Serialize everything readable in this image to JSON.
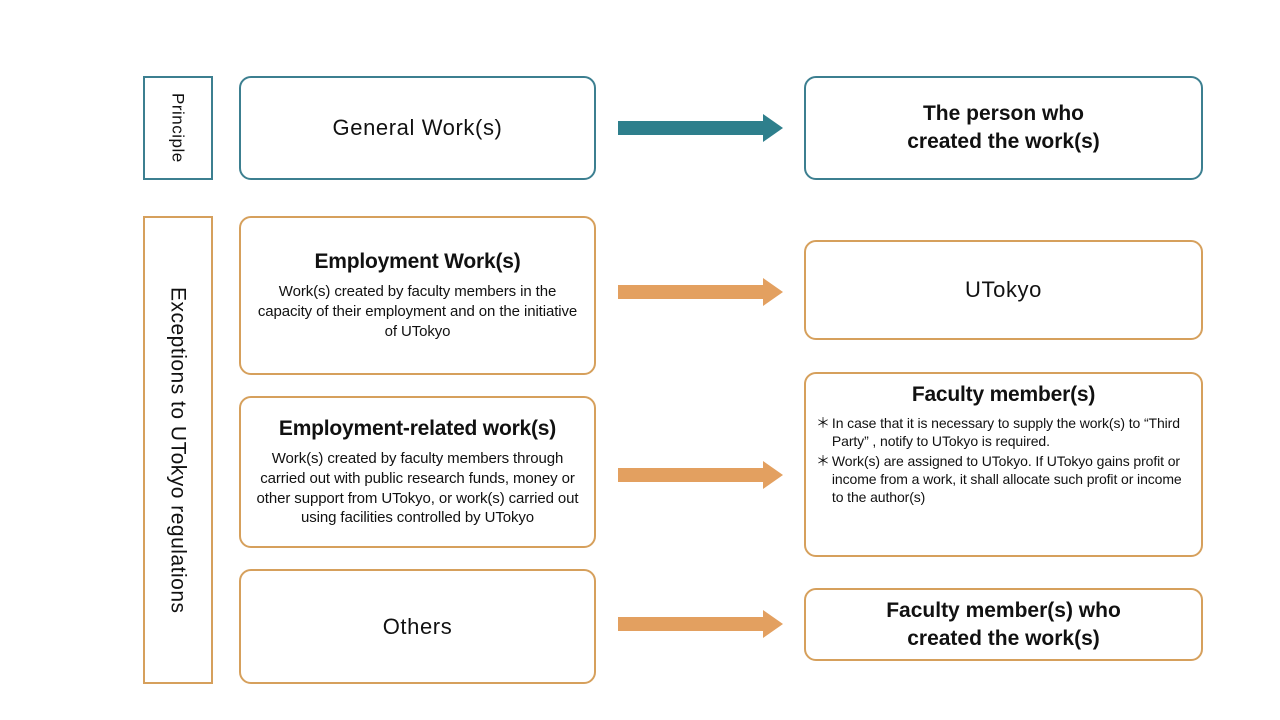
{
  "rails": [
    {
      "key": "principle",
      "label": "Principle",
      "color": "#3C7F90"
    },
    {
      "key": "exceptions",
      "label": "Exceptions to UTokyo regulations",
      "color": "#D6A05C"
    }
  ],
  "rows": [
    {
      "key": "principle",
      "source": {
        "title": "General Work(s)",
        "body": ""
      },
      "arrow": {
        "color": "#2E7F8C",
        "direction": "right"
      },
      "target": {
        "title_line1": "The person who",
        "title_line2": "created the work(s)"
      }
    },
    {
      "key": "employment-work",
      "source": {
        "title": "Employment Work(s)",
        "body": "Work(s) created by faculty members in the capacity of their employment and on the initiative of UTokyo"
      },
      "arrow": {
        "color": "#E3A060",
        "direction": "right"
      },
      "target": {
        "title_line1": "UTokyo",
        "title_line2": ""
      }
    },
    {
      "key": "employment-related-work",
      "source": {
        "title": "Employment-related work(s)",
        "body": "Work(s) created by faculty members through carried out with public research funds, money or other support from UTokyo, or work(s) carried out using facilities controlled by UTokyo"
      },
      "arrow": {
        "color": "#E3A060",
        "direction": "right"
      },
      "target": {
        "title_line1": "Faculty member(s)",
        "notes": [
          {
            "marker": "＊",
            "text": "In case that it is necessary to supply the work(s) to “Third Party” , notify to UTokyo is required."
          },
          {
            "marker": "＊",
            "text": "Work(s) are assigned to UTokyo. If UTokyo gains profit or income from a work, it shall allocate such profit or income to the author(s)"
          }
        ]
      }
    },
    {
      "key": "others",
      "source": {
        "title": "Others",
        "body": ""
      },
      "arrow": {
        "color": "#E3A060",
        "direction": "right"
      },
      "target": {
        "title_line1": "Faculty member(s) who",
        "title_line2": "created the work(s)"
      }
    }
  ]
}
